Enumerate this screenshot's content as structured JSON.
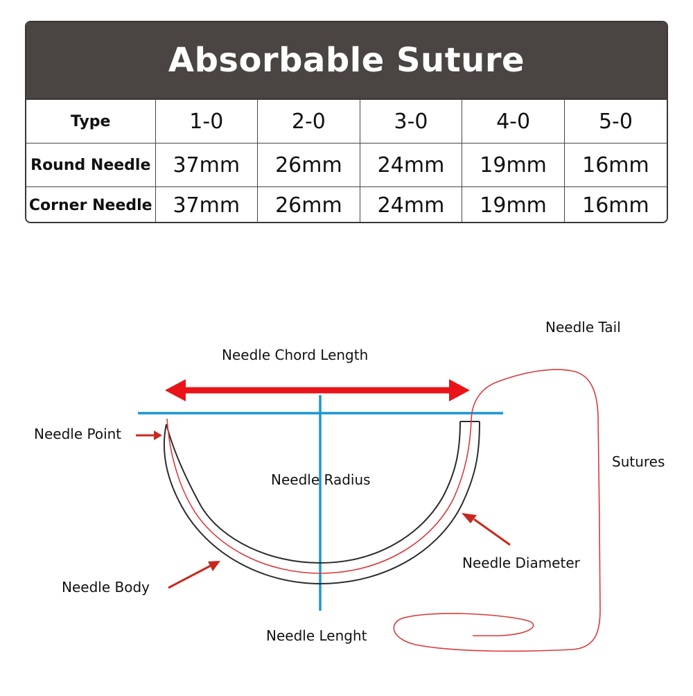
{
  "table": {
    "title": "Absorbable Suture",
    "header_row": {
      "label": "Type",
      "values": [
        "1-0",
        "2-0",
        "3-0",
        "4-0",
        "5-0"
      ]
    },
    "rows": [
      {
        "label": "Round Needle",
        "values": [
          "37mm",
          "26mm",
          "24mm",
          "19mm",
          "16mm"
        ]
      },
      {
        "label": "Corner Needle",
        "values": [
          "37mm",
          "26mm",
          "24mm",
          "19mm",
          "16mm"
        ]
      }
    ],
    "colors": {
      "header_bg": "#4a4542",
      "header_text": "#ffffff",
      "border": "#3a3634"
    }
  },
  "diagram": {
    "labels": {
      "needle_tail": "Needle Tail",
      "chord_length": "Needle Chord Length",
      "needle_point": "Needle Point",
      "sutures": "Sutures",
      "needle_radius": "Needle Radius",
      "needle_diameter": "Needle Diameter",
      "needle_body": "Needle Body",
      "needle_length": "Needle Lenght"
    },
    "colors": {
      "arrow_red": "#e8141a",
      "pointer_red": "#c8281e",
      "guide_blue": "#1a96d4",
      "suture_red": "#d9393a",
      "needle_outline": "#2b2b2b"
    }
  }
}
